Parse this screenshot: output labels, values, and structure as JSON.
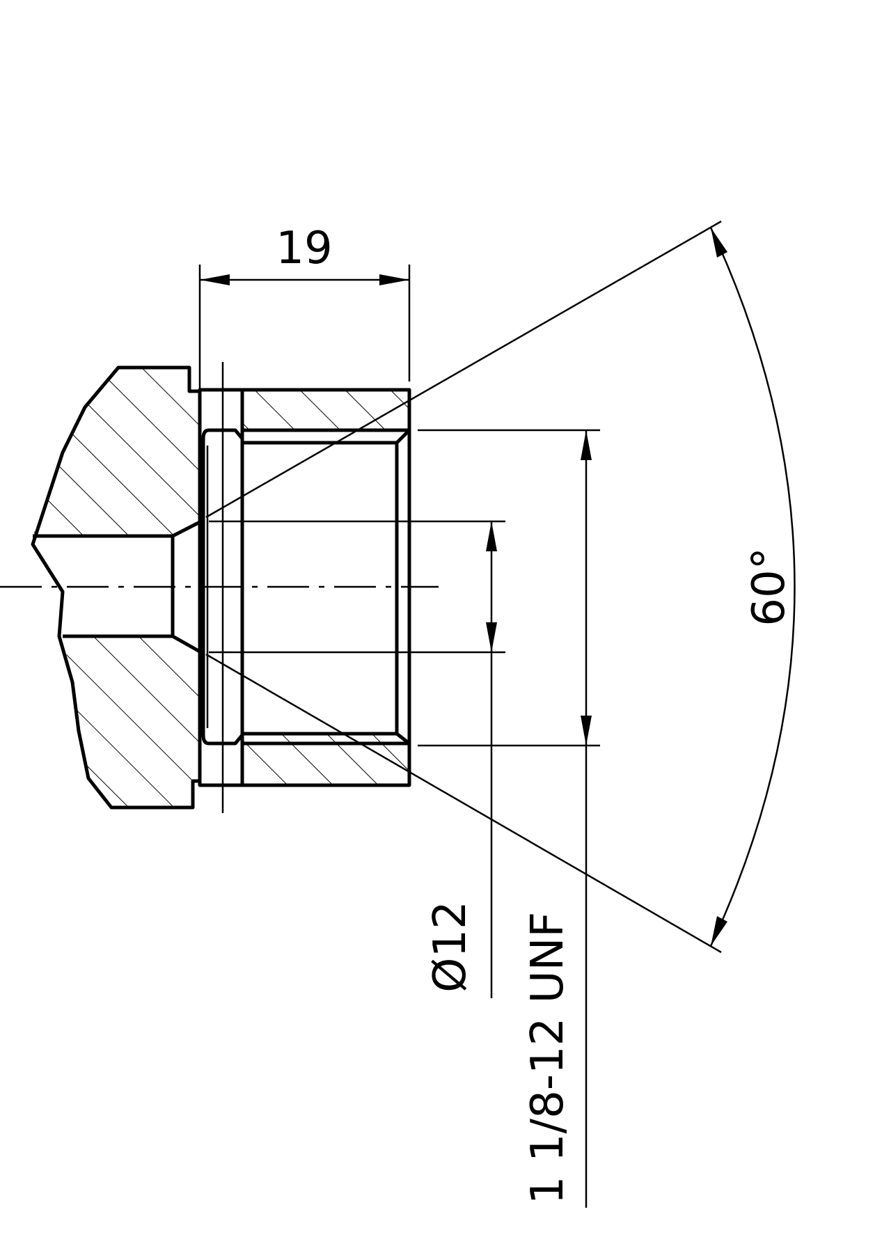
{
  "drawing": {
    "dimensions": {
      "length": "19",
      "bore_diameter": "Ø12",
      "thread_spec": "1 1/8-12 UNF",
      "cone_angle": "60°"
    },
    "colors": {
      "line": "#000000",
      "background": "#ffffff"
    }
  }
}
